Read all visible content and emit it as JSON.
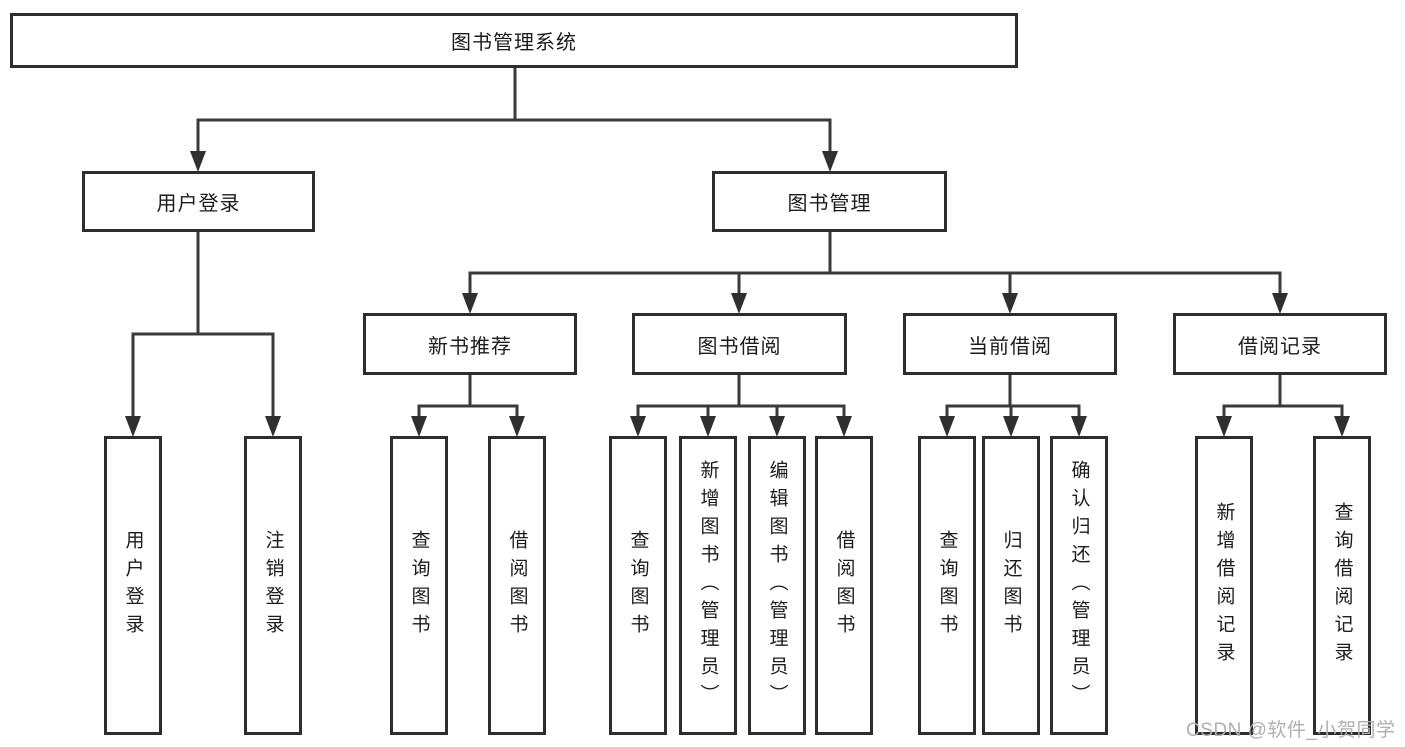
{
  "watermark": {
    "text": "CSDN @软件_小贺同学"
  },
  "colors": {
    "line": "#3a3a3a",
    "arrow_fill": "#2f2f2f",
    "box_border": "#2d2d2d",
    "text": "#1c1c1c",
    "watermark": "#b0b0b0"
  },
  "tree": {
    "root": {
      "label": "图书管理系统"
    },
    "branches": [
      {
        "label": "用户登录",
        "children": [
          {
            "label": "用户登录"
          },
          {
            "label": "注销登录"
          }
        ]
      },
      {
        "label": "图书管理",
        "children": [
          {
            "label": "新书推荐",
            "children": [
              {
                "label": "查询图书"
              },
              {
                "label": "借阅图书"
              }
            ]
          },
          {
            "label": "图书借阅",
            "children": [
              {
                "label": "查询图书"
              },
              {
                "label": "新增图书（管理员）"
              },
              {
                "label": "编辑图书（管理员）"
              },
              {
                "label": "借阅图书"
              }
            ]
          },
          {
            "label": "当前借阅",
            "children": [
              {
                "label": "查询图书"
              },
              {
                "label": "归还图书"
              },
              {
                "label": "确认归还（管理员）"
              }
            ]
          },
          {
            "label": "借阅记录",
            "children": [
              {
                "label": "新增借阅记录"
              },
              {
                "label": "查询借阅记录"
              }
            ]
          }
        ]
      }
    ]
  }
}
